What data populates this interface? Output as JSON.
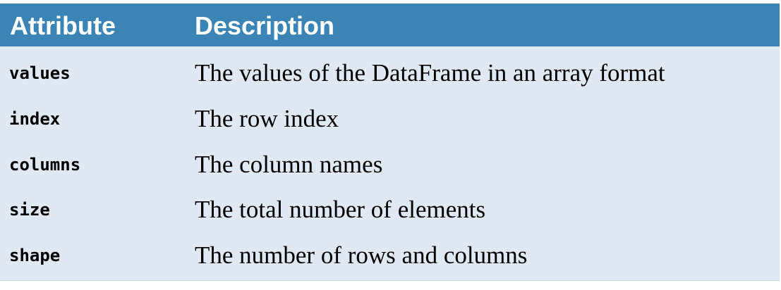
{
  "table": {
    "headers": {
      "attribute": "Attribute",
      "description": "Description"
    },
    "rows": [
      {
        "attribute": "values",
        "description": "The values of the DataFrame in an array format"
      },
      {
        "attribute": "index",
        "description": "The row index"
      },
      {
        "attribute": "columns",
        "description": "The column names"
      },
      {
        "attribute": "size",
        "description": "The total number of elements"
      },
      {
        "attribute": "shape",
        "description": "The number of rows and columns"
      }
    ]
  },
  "colors": {
    "header_background": "#3b84b6",
    "body_background": "#dfe9f4",
    "header_text": "#ffffff",
    "body_text": "#000000"
  }
}
